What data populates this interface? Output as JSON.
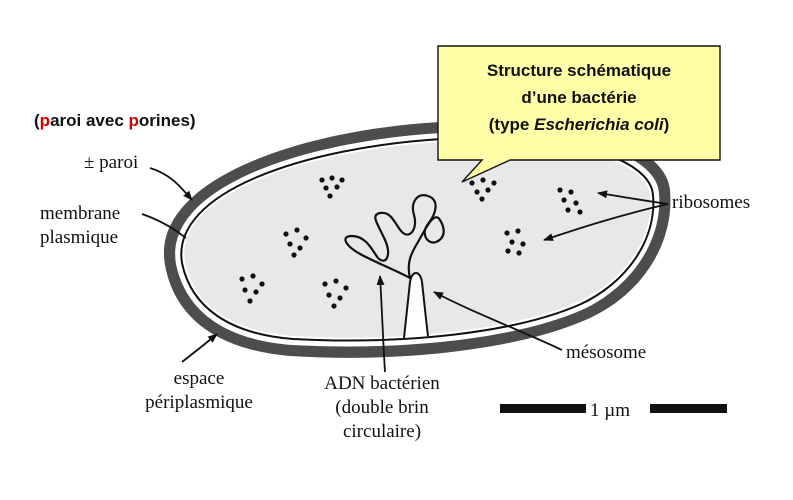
{
  "title": {
    "line1": "Structure schématique",
    "line2": "d’une bactérie",
    "line3_prefix": "(type ",
    "line3_italic": "Escherichia coli",
    "line3_suffix": ")"
  },
  "paroi_note": {
    "open": "(",
    "p1": "p",
    "mid1": "aroi avec ",
    "p2": "p",
    "mid2": "orines)"
  },
  "labels": {
    "paroi": "± paroi",
    "membrane_line1": "membrane",
    "membrane_line2": "plasmique",
    "espace_line1": "espace",
    "espace_line2": "périplasmique",
    "adn_line1": "ADN bactérien",
    "adn_line2": "(double brin",
    "adn_line3": "circulaire)",
    "ribosomes": "ribosomes",
    "mesosome": "mésosome",
    "scale": "1 µm"
  },
  "colors": {
    "wall": "#4d4d4d",
    "cytoplasm": "#e8e8e8",
    "callout_fill": "#ffffa8",
    "accent_red": "#d40000"
  }
}
